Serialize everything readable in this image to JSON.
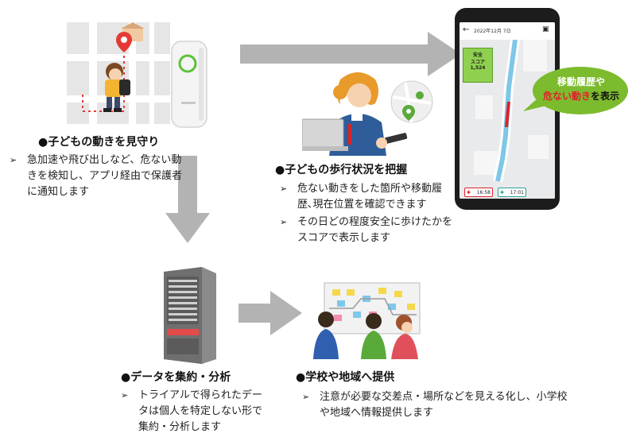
{
  "sections": {
    "monitor": {
      "heading": "●子どもの動きを見守り",
      "bullets": [
        "急加速や飛び出しなど、危ない動きを検知し、アプリ経由で保護者に通知します"
      ]
    },
    "status": {
      "heading": "●子どもの歩行状況を把握",
      "bullets": [
        "危ない動きをした箇所や移動履歴､現在位置を確認できます",
        "その日どの程度安全に歩けたかをスコアで表示します"
      ]
    },
    "aggregate": {
      "heading": "●データを集約・分析",
      "bullets": [
        "トライアルで得られたデータは個人を特定しない形で集約・分析します"
      ]
    },
    "provide": {
      "heading": "●学校や地域へ提供",
      "bullets": [
        "注意が必要な交差点・場所などを見える化し、小学校や地域へ情報提供します"
      ]
    }
  },
  "phone": {
    "date": "2022年12月 7日",
    "score_label_1": "安全",
    "score_label_2": "スコア",
    "score_value": "1,524",
    "time_start": "16:58",
    "time_end": "17:01"
  },
  "callout": {
    "line1": "移動履歴や",
    "line2_red": "危ない動き",
    "line2_rest": "を表示"
  },
  "colors": {
    "arrow": "#b3b3b3",
    "callout_bg": "#7dbb2e",
    "score_bg": "#8fd14f",
    "route": "#7fc7e6",
    "danger": "#e0212a"
  }
}
